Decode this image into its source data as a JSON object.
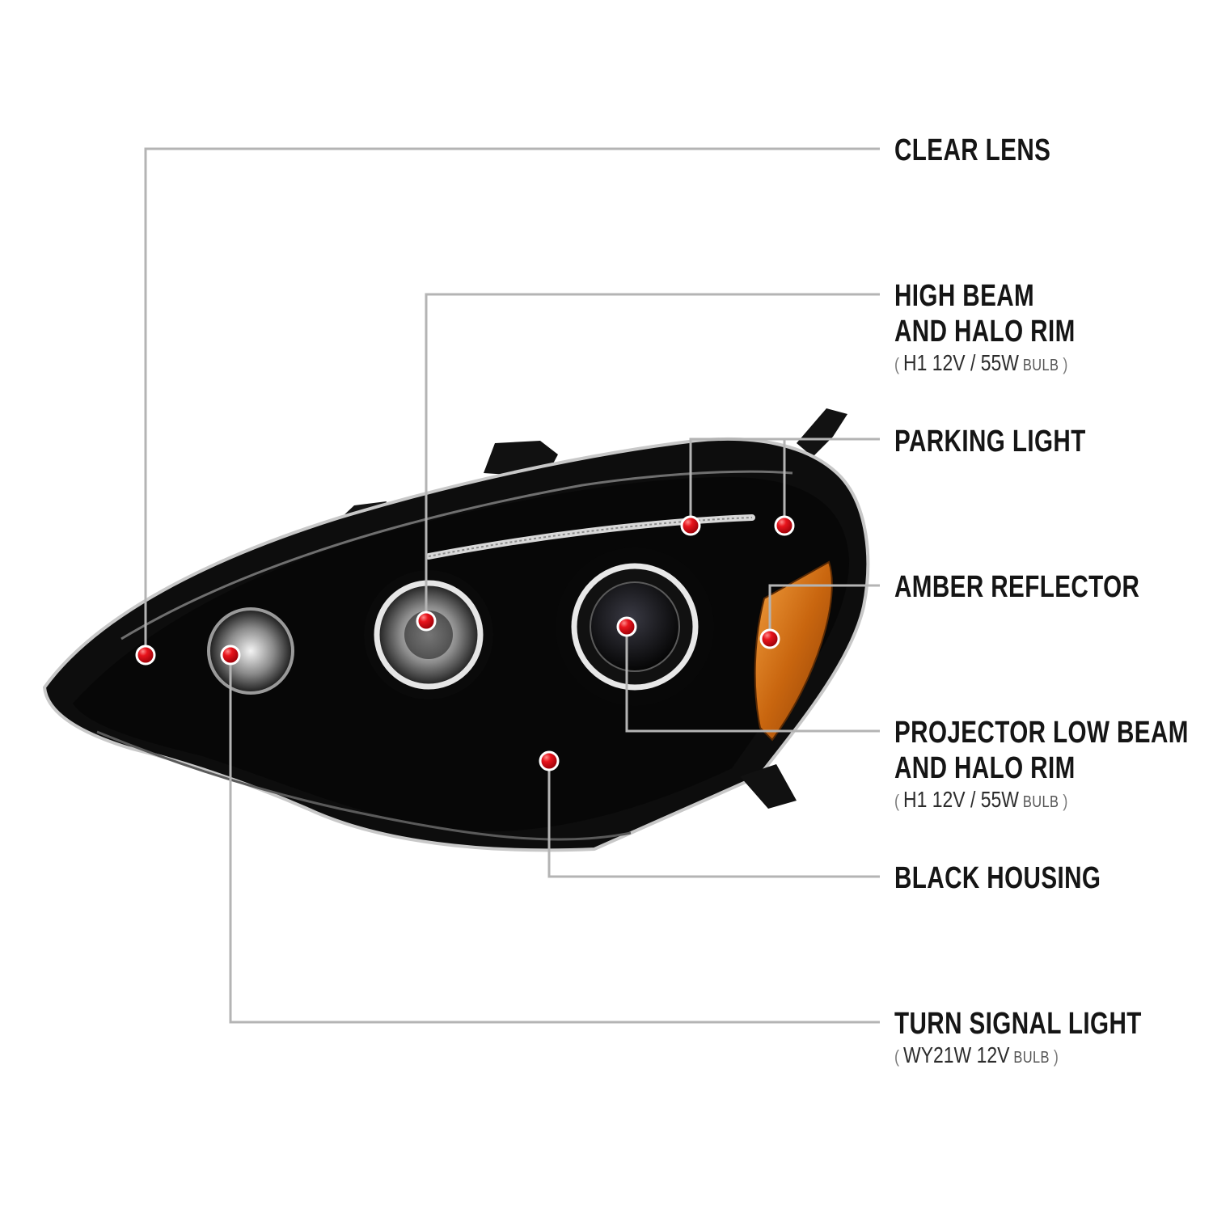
{
  "callouts": [
    {
      "id": "clear-lens",
      "lines": [
        "CLEAR LENS"
      ]
    },
    {
      "id": "high-beam",
      "lines": [
        "HIGH BEAM",
        "AND HALO RIM"
      ],
      "spec": "H1  12V / 55W",
      "unit": "BULB"
    },
    {
      "id": "parking-light",
      "lines": [
        "PARKING LIGHT"
      ]
    },
    {
      "id": "amber-reflector",
      "lines": [
        "AMBER REFLECTOR"
      ]
    },
    {
      "id": "projector-low-beam",
      "lines": [
        "PROJECTOR LOW BEAM",
        "AND HALO RIM"
      ],
      "spec": "H1  12V / 55W",
      "unit": "BULB"
    },
    {
      "id": "black-housing",
      "lines": [
        "BLACK HOUSING"
      ]
    },
    {
      "id": "turn-signal",
      "lines": [
        "TURN SIGNAL LIGHT"
      ],
      "spec": "WY21W  12V",
      "unit": "BULB"
    }
  ],
  "colors": {
    "marker": "#e0141b",
    "leader": "#b4b4b4",
    "housing": "#0b0b0b",
    "amber": "#d9791c"
  }
}
